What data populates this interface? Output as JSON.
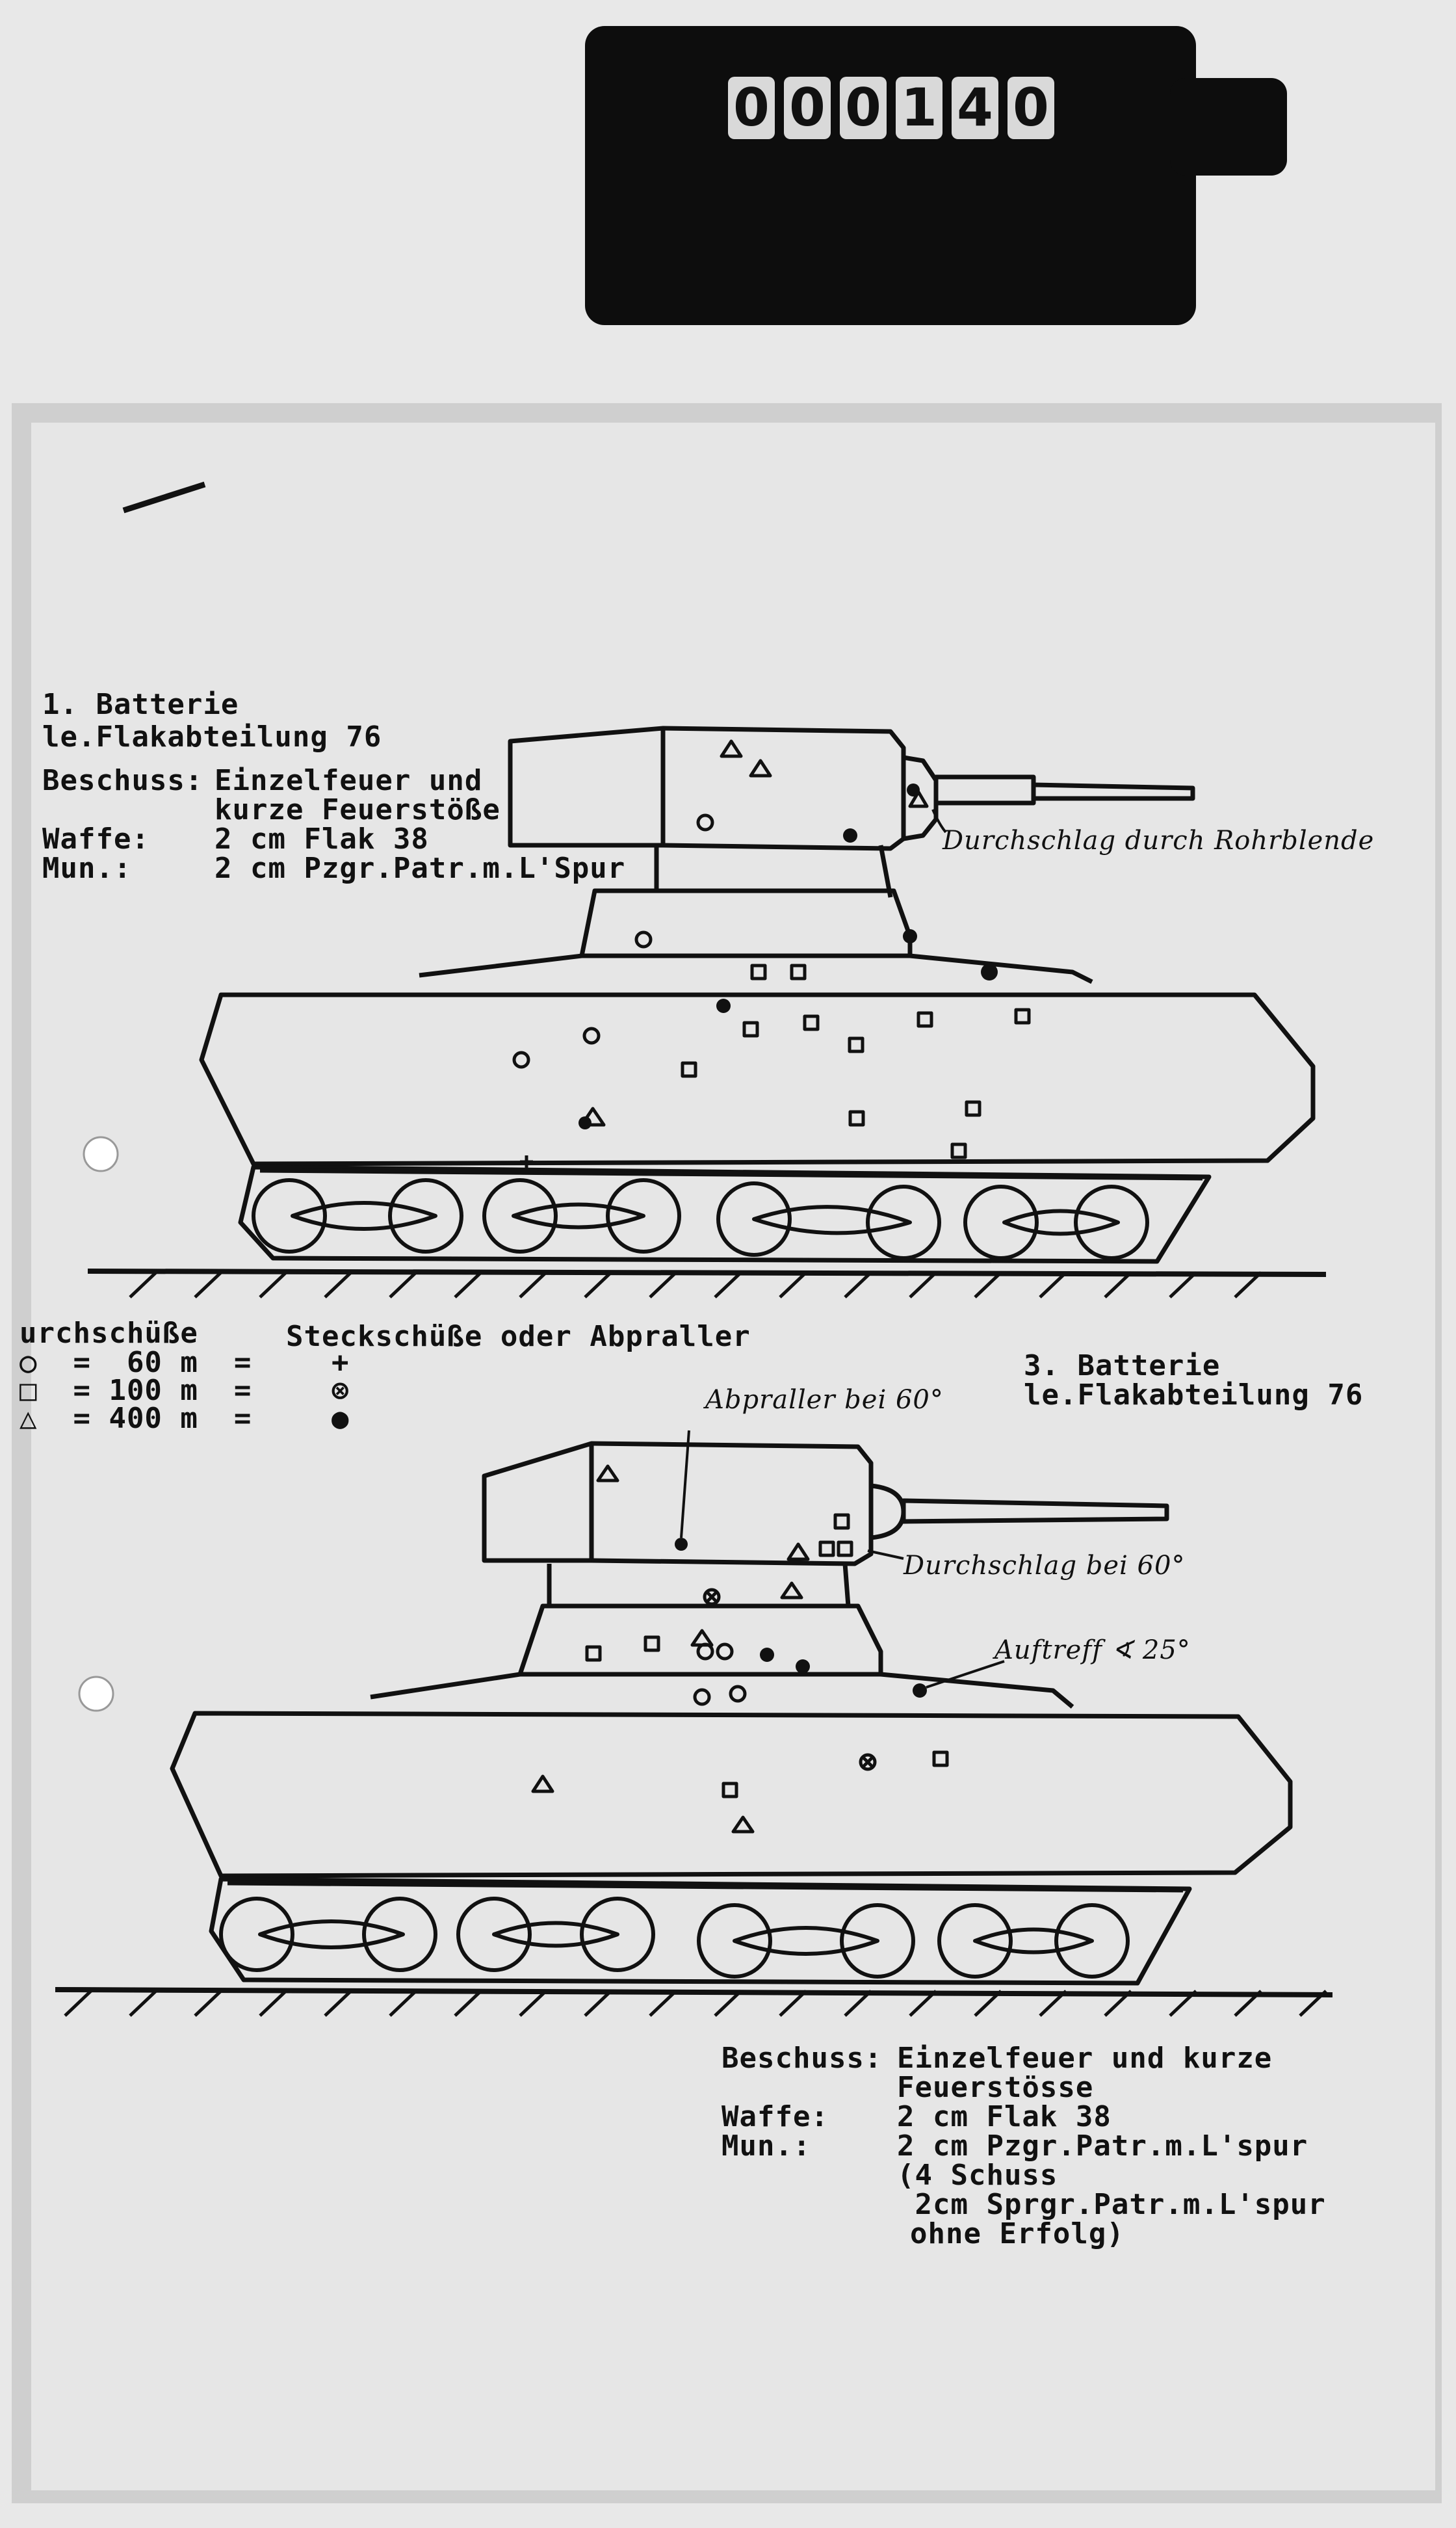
{
  "counter": {
    "digits": [
      "0",
      "0",
      "0",
      "1",
      "4",
      "0"
    ]
  },
  "upper": {
    "unit_line1": "1. Batterie",
    "unit_line2": "le.Flakabteilung 76",
    "rows": [
      {
        "label": "Beschuss:",
        "value": "Einzelfeuer und"
      },
      {
        "label": "",
        "value": "kurze Feuerstöße"
      },
      {
        "label": "Waffe:",
        "value": "2 cm Flak 38"
      },
      {
        "label": "Mun.:",
        "value": "2 cm Pzgr.Patr.m.L'Spur"
      }
    ],
    "annotation": "Durchschlag durch Rohrblende"
  },
  "legend": {
    "left_heading": "urchschüße",
    "left_rows": [
      "○  =  60 m  =",
      "□  = 100 m  =",
      "△  = 400 m  ="
    ],
    "right_heading": "Steckschüße oder Abpraller",
    "right_symbols": [
      "+",
      "⊗",
      "●"
    ]
  },
  "lower": {
    "unit_line1": "3. Batterie",
    "unit_line2": "le.Flakabteilung 76",
    "annotations": [
      "Abpraller bei 60°",
      "Durchschlag bei 60°",
      "Auftreff ∢ 25°"
    ],
    "rows": [
      {
        "label": "Beschuss:",
        "value": "Einzelfeuer und kurze"
      },
      {
        "label": "",
        "value": "Feuerstösse"
      },
      {
        "label": "Waffe:",
        "value": "2 cm Flak 38"
      },
      {
        "label": "Mun.:",
        "value": "2 cm Pzgr.Patr.m.L'spur"
      },
      {
        "label": "",
        "value": "(4 Schuss"
      },
      {
        "label": "",
        "value": " 2cm Sprgr.Patr.m.L'spur"
      },
      {
        "label": "",
        "value": "ohne Erfolg)"
      }
    ]
  },
  "colors": {
    "ink": "#111111",
    "paper": "#e6e6e6",
    "background": "#0c0c0c"
  }
}
